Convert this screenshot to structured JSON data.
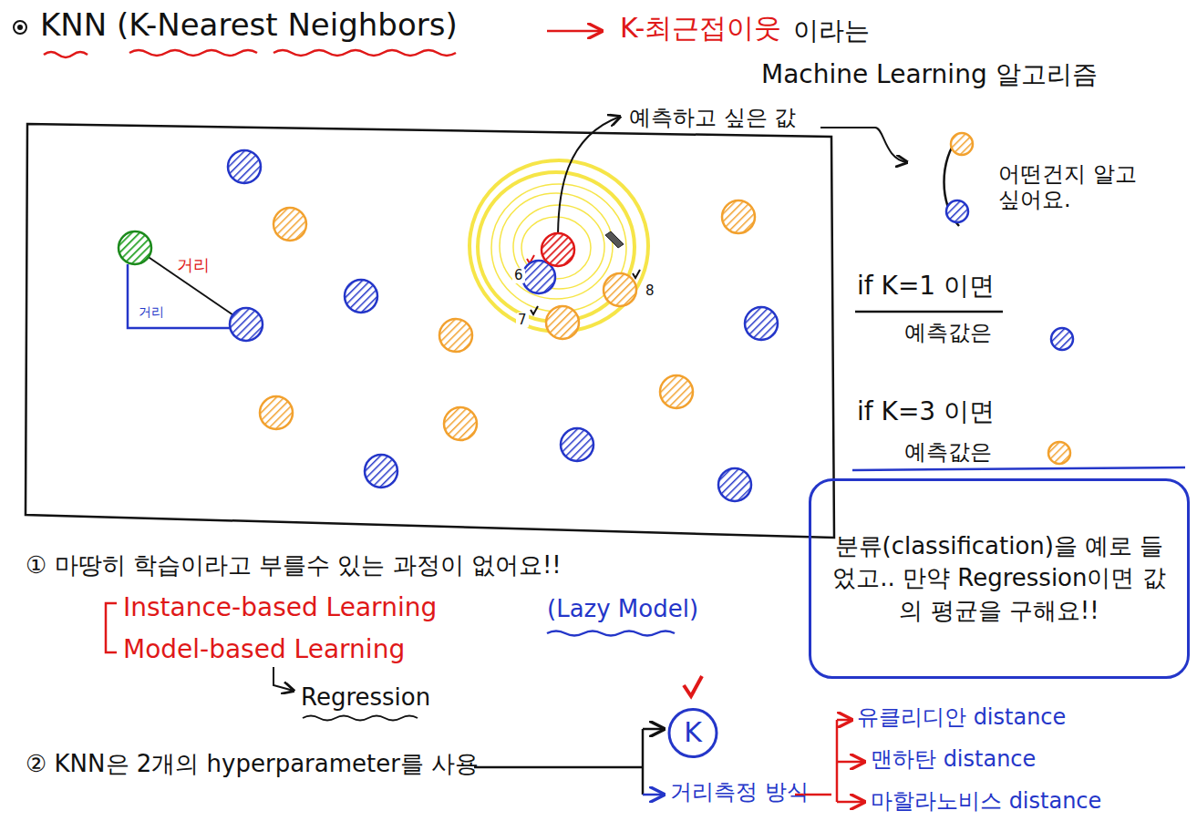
{
  "diagram": {
    "title": "KNN (K-Nearest Neighbors)",
    "nodes": [
      {
        "text": [
          "분류(classification)을 예로 들었고.. 만약 Regression이면 값의 평균을 구해요!!"
        ]
      },
      {
        "text": [
          "K"
        ]
      }
    ],
    "labels": [
      "K-최근접이웃",
      "이라는",
      "Machine Learning 알고리즘",
      "예측하고 싶은 값",
      "어떤건지 알고싶어요.",
      "거리",
      "거리",
      "6",
      "7",
      "8",
      "if K=1 이면",
      "예측값은",
      "if K=3 이면",
      "예측값은",
      "① 마땅히 학습이라고 부를수 있는 과정이 없어요!!",
      "Instance-based Learning",
      "(Lazy Model)",
      "Model-based Learning",
      "Regression",
      "② KNN은 2개의 hyperparameter를 사용",
      "거리측정 방식",
      "유클리디안 distance",
      "맨하탄 distance",
      "마할라노비스 distance"
    ]
  }
}
